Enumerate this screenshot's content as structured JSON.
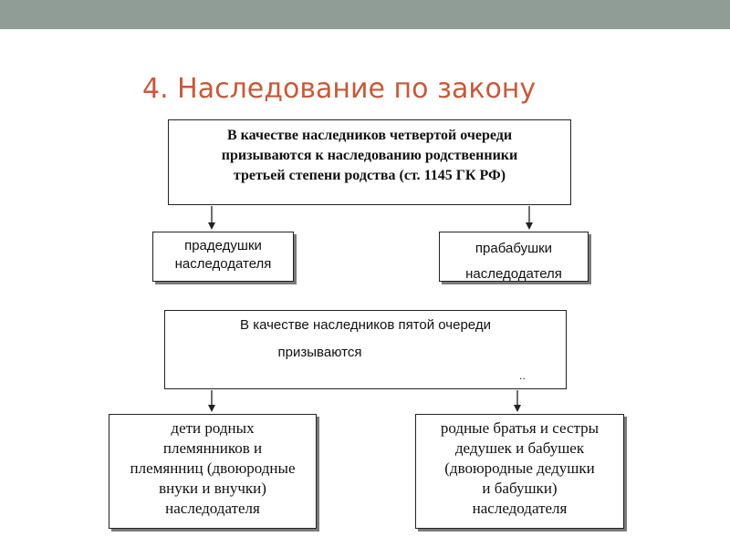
{
  "slide": {
    "title": "4. Наследование по закону"
  },
  "fourth_order": {
    "header_lines": [
      "В качестве наследников четвертой очереди",
      "призываются к наследованию родственники",
      "третьей степени родства (ст. 1145 ГК РФ)"
    ],
    "left_lines": [
      "прадедушки",
      "наследодателя"
    ],
    "right_lines": [
      "прабабушки",
      "наследодателя"
    ]
  },
  "fifth_order": {
    "header_line1": "В качестве наследников пятой очереди",
    "header_line2": "призываются",
    "header_dots": "..",
    "left_lines": [
      "дети родных",
      "племянников и",
      "племянниц (двоюродные",
      "внуки и внучки)",
      "наследодателя"
    ],
    "right_lines": [
      "родные братья и сестры",
      "дедушек и бабушек",
      "(двоюродные дедушки",
      "и бабушки)",
      "наследодателя"
    ]
  }
}
